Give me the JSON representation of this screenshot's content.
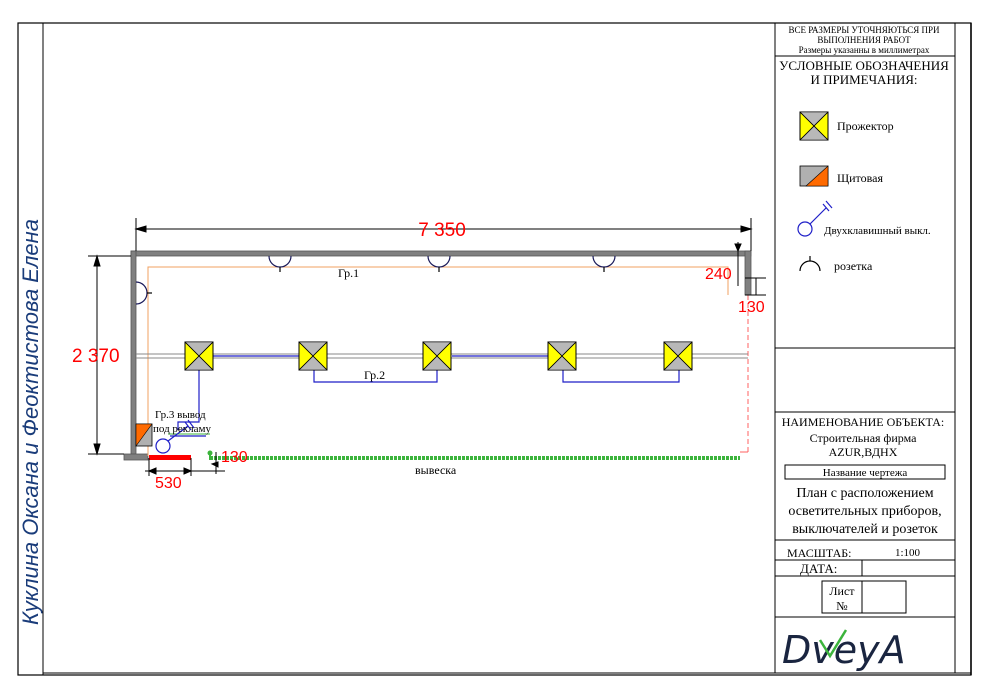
{
  "colors": {
    "wall": "#808080",
    "dimension": "#ff0000",
    "group1_line": "#f0a060",
    "group2_line": "#1f1fc8",
    "sign": "#3cb43c",
    "panel_orange": "#ff6a00",
    "panel_gray": "#b0b0b0",
    "projector_fill": "#ffff00",
    "author_blue": "#1a3c7a"
  },
  "author": "Куклина Оксана и Феоктистова Елена",
  "plan": {
    "dims": {
      "width": "7 350",
      "height": "2 370",
      "right_top": "240",
      "right_offset": "130",
      "bottom_left": "530",
      "bottom_offset": "130"
    },
    "labels": {
      "group1": "Гр.1",
      "group2": "Гр.2",
      "group3": "Гр.3 вывод под рекламу",
      "sign": "вывеска"
    },
    "projector_count": 5,
    "socket_icons": [
      "socket-icon",
      "socket-icon",
      "socket-icon",
      "socket-icon"
    ],
    "switch_icon": "double-switch-icon",
    "panel_icon": "electrical-panel-icon"
  },
  "stamp": {
    "note_line1": "ВСЕ РАЗМЕРЫ УТОЧНЯЮТЬСЯ ПРИ",
    "note_line2": "ВЫПОЛНЕНИЯ РАБОТ",
    "note_line3": "Размеры указанны в миллиметрах",
    "legend_title_line1": "УСЛОВНЫЕ ОБОЗНАЧЕНИЯ",
    "legend_title_line2": "И ПРИМЕЧАНИЯ:",
    "legend": [
      {
        "icon": "projector-icon",
        "label": "Прожектор"
      },
      {
        "icon": "panel-icon",
        "label": "Щитовая"
      },
      {
        "icon": "double-switch-icon",
        "label": "Двухклавишный выкл."
      },
      {
        "icon": "socket-icon",
        "label": "розетка"
      }
    ],
    "object_label": "НАИМЕНОВАНИЕ ОБЪЕКТА:",
    "object_line1": "Строительная фирма",
    "object_line2": "AZUR,ВДНХ",
    "drawing_name_label": "Название чертежа",
    "drawing_title_line1": "План с расположением",
    "drawing_title_line2": "осветительных приборов,",
    "drawing_title_line3": "выключателей и  розеток",
    "scale_label": "МАСШТАБ:",
    "scale_value": "1:100",
    "date_label": "ДАТА:",
    "sheet_label_line1": "Лист",
    "sheet_label_line2": "№",
    "logo_text": "DveyA"
  }
}
